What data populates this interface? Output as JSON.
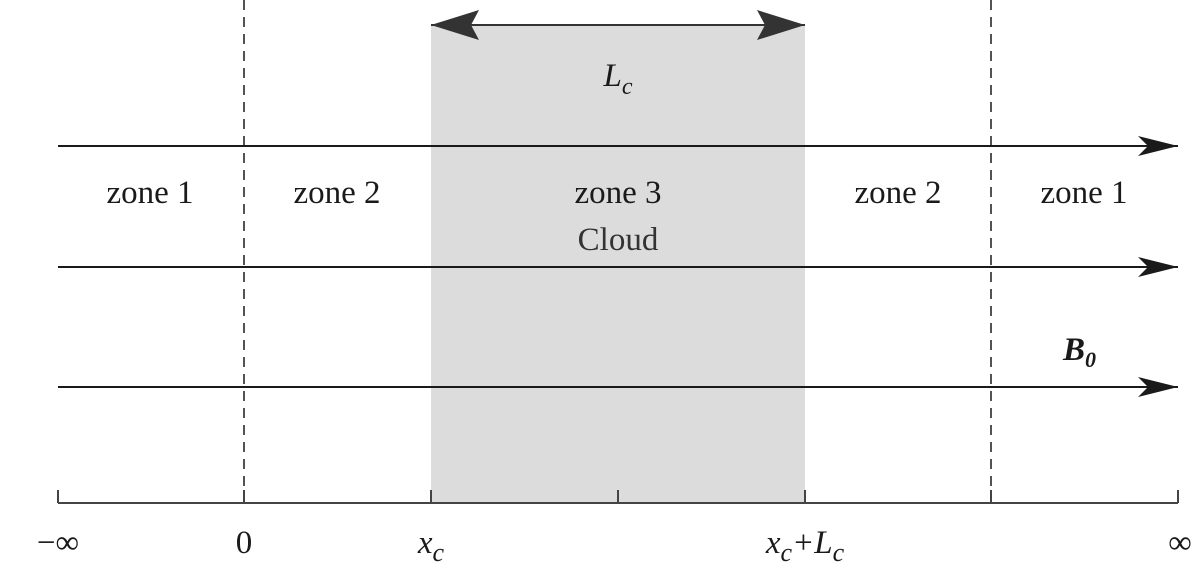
{
  "zones": {
    "left_zone1": "zone 1",
    "left_zone2": "zone 2",
    "zone3": "zone 3",
    "cloud": "Cloud",
    "right_zone2": "zone 2",
    "right_zone1": "zone 1"
  },
  "length_label": {
    "main": "L",
    "sub": "c"
  },
  "field_label": {
    "main": "B",
    "sub": "0"
  },
  "axis": {
    "minus_inf": "−∞",
    "zero": "0",
    "xc_main": "x",
    "xc_sub": "c",
    "xcLc_main": "x",
    "xcLc_sub": "c",
    "xcLc_plus": "+L",
    "xcLc_sub2": "c",
    "inf": "∞"
  },
  "colors": {
    "cloud": "#dcdcdc",
    "line": "#1a1a1a"
  }
}
